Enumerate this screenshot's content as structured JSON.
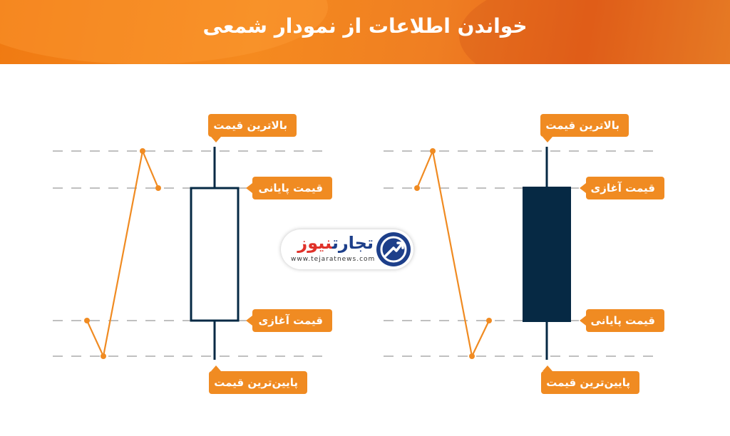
{
  "title": "خواندن اطلاعات از نمودار شمعی",
  "colors": {
    "header_orange": "#f07a12",
    "label_orange": "#f08b22",
    "bearish_candle": "#062944",
    "bullish_candle_fill": "#ffffff",
    "price_line": "#f08b22",
    "guide_dash": "#9a9a9a"
  },
  "candles": [
    {
      "type": "bullish",
      "labels": {
        "high": "بالاترین قیمت",
        "close": "قیمت پایانی",
        "open": "قیمت آغازی",
        "low": "پایین‌ترین قیمت"
      }
    },
    {
      "type": "bearish",
      "labels": {
        "high": "بالاترین قیمت",
        "open": "قیمت آغازی",
        "close": "قیمت پایانی",
        "low": "پایین‌ترین قیمت"
      }
    }
  ],
  "logo": {
    "brand_part1": "تجارت",
    "brand_part2": "نیوز",
    "url": "www.tejaratnews.com",
    "icon": "arrow-chart-icon"
  }
}
